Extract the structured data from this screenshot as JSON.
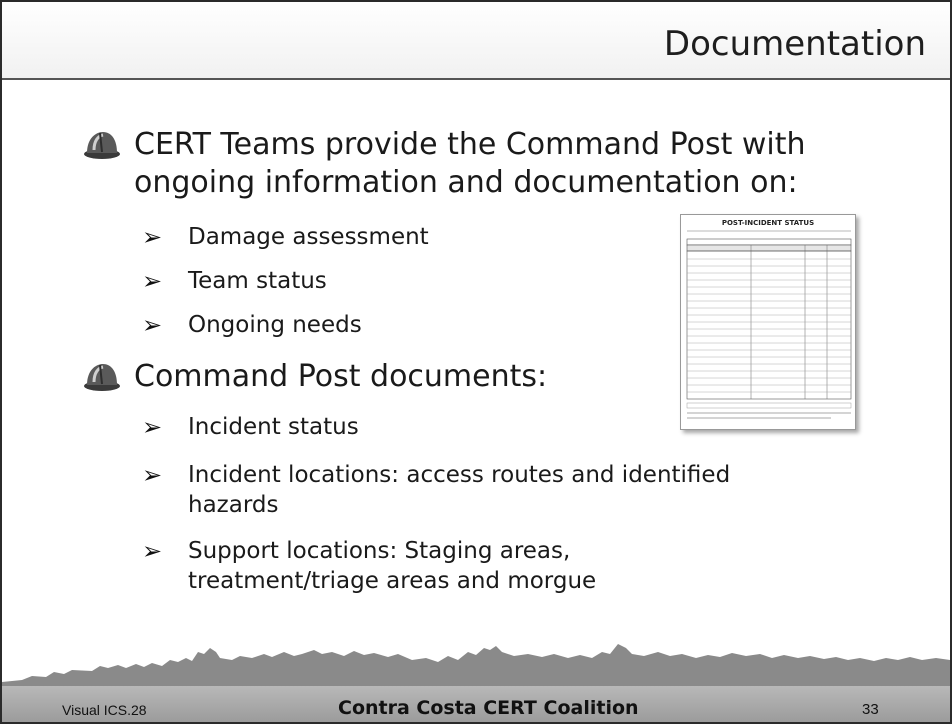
{
  "slide": {
    "title": "Documentation",
    "bullets": [
      {
        "text_line1": "CERT Teams provide the Command Post with",
        "text_line2": "ongoing information and documentation on:",
        "sub_items": [
          "Damage assessment",
          "Team status",
          "Ongoing needs"
        ]
      },
      {
        "text_line1": "Command Post documents:",
        "sub_items": [
          "Incident status",
          "Incident locations: access routes and identified",
          "hazards",
          "Support locations: Staging areas,",
          "treatment/triage areas and morgue"
        ]
      }
    ],
    "bullet_icon": "hard-hat-icon",
    "sub_bullet_glyph": "➢",
    "form_image": {
      "title": "POST-INCIDENT STATUS"
    }
  },
  "footer": {
    "left": "Visual ICS.28",
    "center": "Contra Costa CERT Coalition",
    "page_number": "33"
  },
  "colors": {
    "text": "#1a1a1a",
    "footer_bg": "#a8a8a8",
    "skyline": "#8c8c8c",
    "title_rule": "#555555"
  }
}
